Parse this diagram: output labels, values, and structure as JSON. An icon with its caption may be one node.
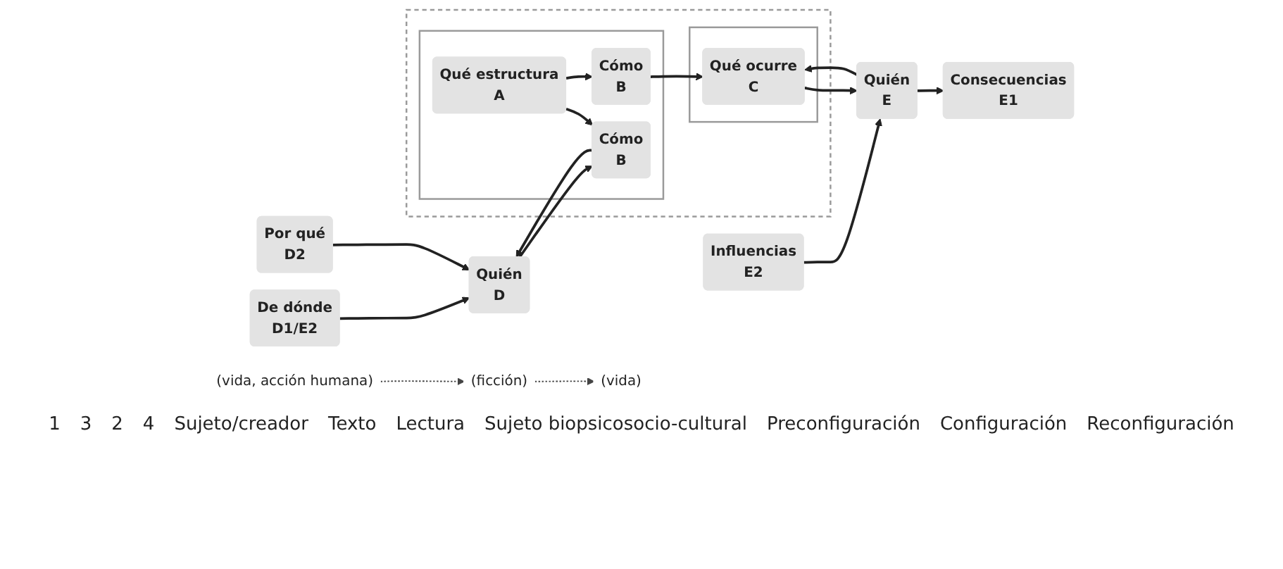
{
  "diagram": {
    "nodes": [
      {
        "text": [
          "De dónde",
          "D1/E2"
        ]
      },
      {
        "text": [
          "Por qué",
          "D2"
        ]
      },
      {
        "text": [
          "Quién",
          "D"
        ]
      },
      {
        "text": [],
        "shape": "box"
      },
      {
        "text": [],
        "shape": "box",
        "in": 3
      },
      {
        "text": [
          "Cómo",
          "B"
        ],
        "in": 4
      },
      {
        "text": [
          "Qué estructura",
          "A"
        ],
        "in": 4
      },
      {
        "text": [
          "Cómo",
          "B"
        ],
        "in": 4
      },
      {
        "text": [],
        "shape": "box",
        "in": 3
      },
      {
        "text": [
          "Qué ocurre",
          "C"
        ],
        "in": 8
      },
      {
        "text": [
          "Quién",
          "E"
        ]
      },
      {
        "text": [
          "Consecuencias",
          "E1"
        ]
      },
      {
        "text": [
          "Influencias",
          "E2"
        ]
      },
      {
        "text": [
          "(vida, acción humana)"
        ]
      },
      {
        "text": [
          "(ficción)"
        ]
      },
      {
        "text": [
          "(vida)"
        ]
      }
    ],
    "edges": [
      {
        "from": 0,
        "to": 2,
        "arrow": "to"
      },
      {
        "from": 1,
        "to": 2,
        "arrow": "to"
      },
      {
        "from": 2,
        "to": 5,
        "arrow": "to"
      },
      {
        "from": 5,
        "to": 2,
        "arrow": "to"
      },
      {
        "from": 6,
        "to": 5,
        "arrow": "to"
      },
      {
        "from": 6,
        "to": 7,
        "arrow": "to"
      },
      {
        "from": 7,
        "to": 9,
        "arrow": "to"
      },
      {
        "from": 10,
        "to": 9,
        "arrow": "to"
      },
      {
        "from": 9,
        "to": 10,
        "arrow": "to"
      },
      {
        "from": 10,
        "to": 11,
        "arrow": "to"
      },
      {
        "from": 12,
        "to": 10,
        "arrow": "to"
      },
      {
        "from": 13,
        "to": 14,
        "arrow": "to",
        "style": "dashed"
      },
      {
        "from": 14,
        "to": 15,
        "arrow": "to",
        "style": "dashed"
      }
    ],
    "labels": [
      "1",
      "3",
      "2",
      "4",
      "Sujeto/creador",
      "Texto",
      "Lectura",
      "Sujeto biopsicosocio-cultural",
      "Preconfiguración",
      "Configuración",
      "Reconfiguración"
    ]
  }
}
